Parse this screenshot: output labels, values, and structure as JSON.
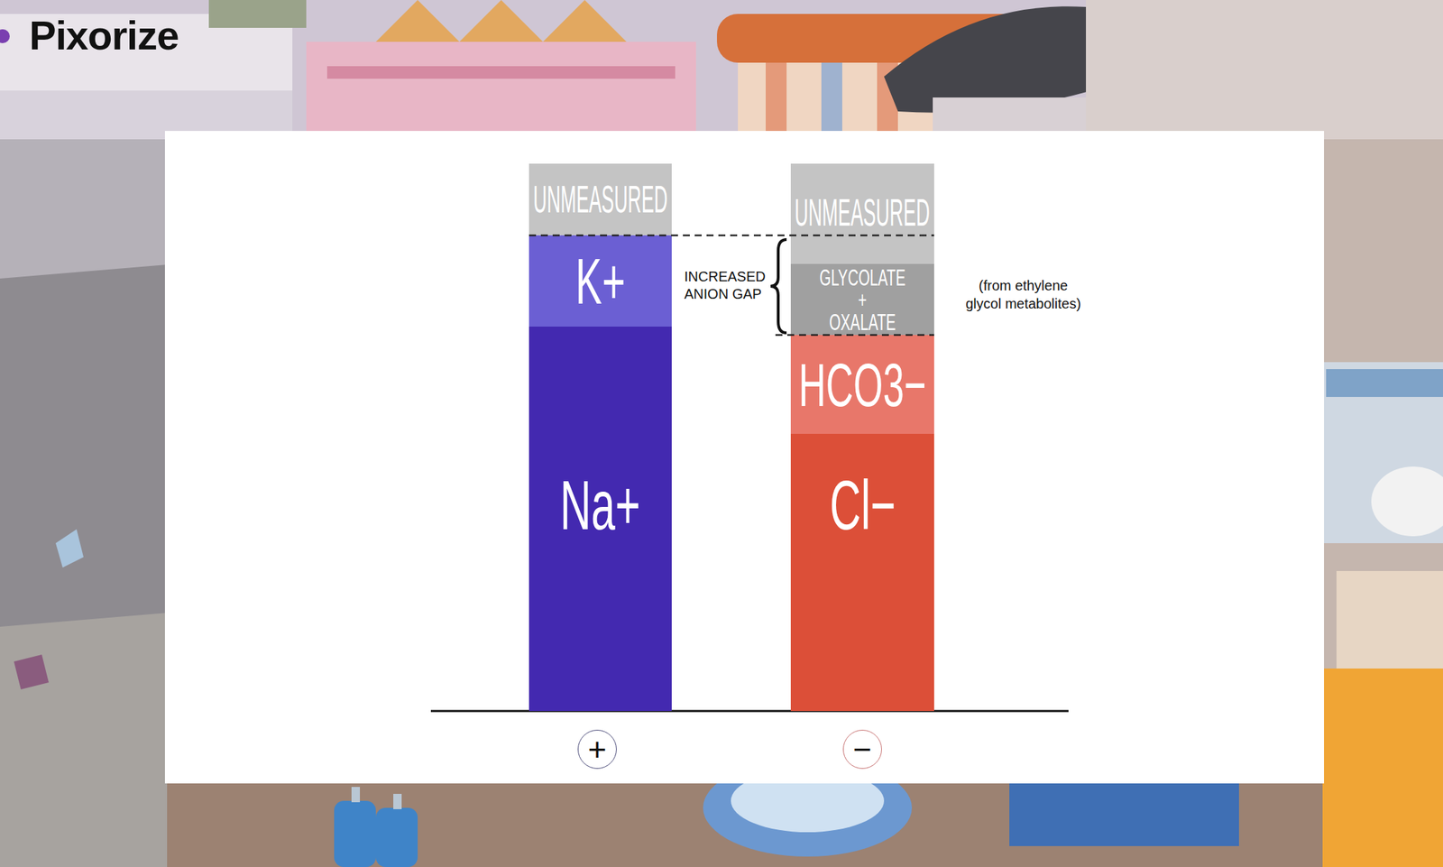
{
  "diagram": {
    "nodes": [
      {
        "text": [
          "UNMEASURED"
        ]
      },
      {
        "text": [
          "K+"
        ]
      },
      {
        "text": [
          "Na+"
        ]
      },
      {
        "text": [
          "UNMEASURED"
        ]
      },
      {
        "text": [
          "GLYCOLATE + OXALATE"
        ]
      },
      {
        "text": [
          "HCO3−"
        ]
      },
      {
        "text": [
          "Cl−"
        ]
      },
      {
        "text": [
          "+"
        ]
      },
      {
        "text": [
          "−"
        ]
      }
    ],
    "labels": [
      "Pixorize",
      "INCREASED ANION GAP",
      "(from ethylene glycol metabolites)"
    ]
  }
}
